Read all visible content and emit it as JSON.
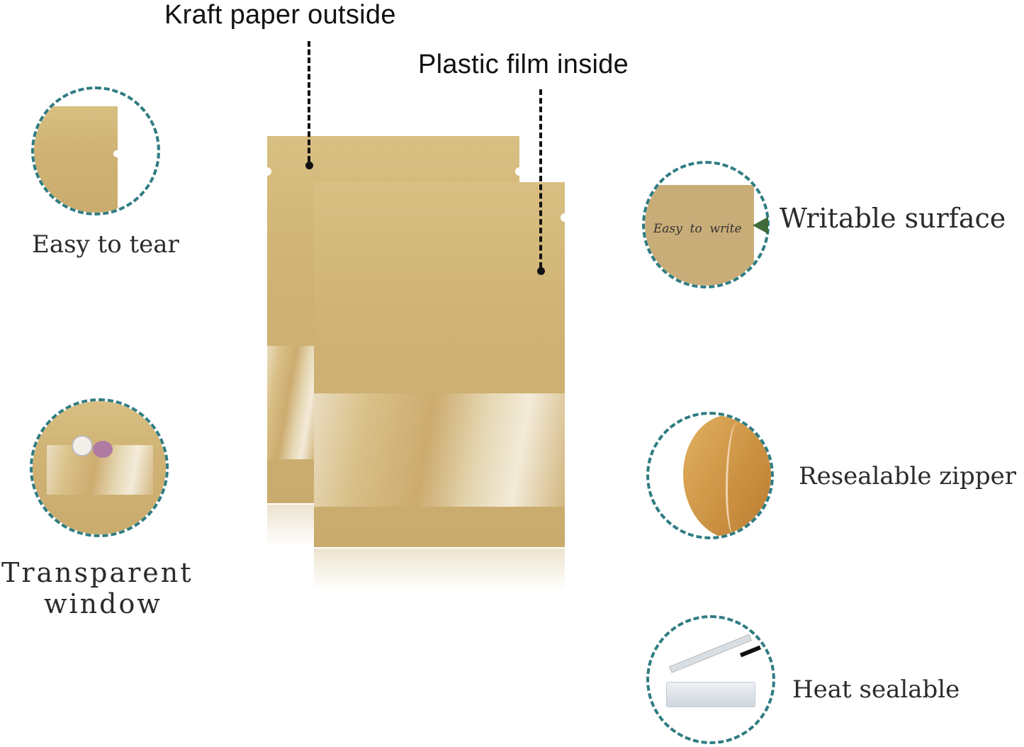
{
  "callouts": {
    "kraft_outside": "Kraft paper outside",
    "plastic_inside": "Plastic film inside"
  },
  "features": {
    "easy_to_tear": "Easy to tear",
    "transparent_window_line1": "Transparent",
    "transparent_window_line2": "window",
    "writable_surface": "Writable surface",
    "writable_handwriting": "Easy  to  write",
    "resealable_zipper": "Resealable zipper",
    "heat_sealable": "Heat sealable"
  },
  "icons": {
    "easy_to_tear": "torn-kraft-edge-icon",
    "transparent_window": "open-bag-window-icon",
    "writable_surface": "handwritten-kraft-icon",
    "resealable_zipper": "zipper-closeup-icon",
    "heat_sealable": "impulse-sealer-icon"
  },
  "colors": {
    "kraft": "#cfb274",
    "dashed_circle": "#2f7c82",
    "text_dark": "#2b2b2b",
    "leader_line": "#111111"
  }
}
